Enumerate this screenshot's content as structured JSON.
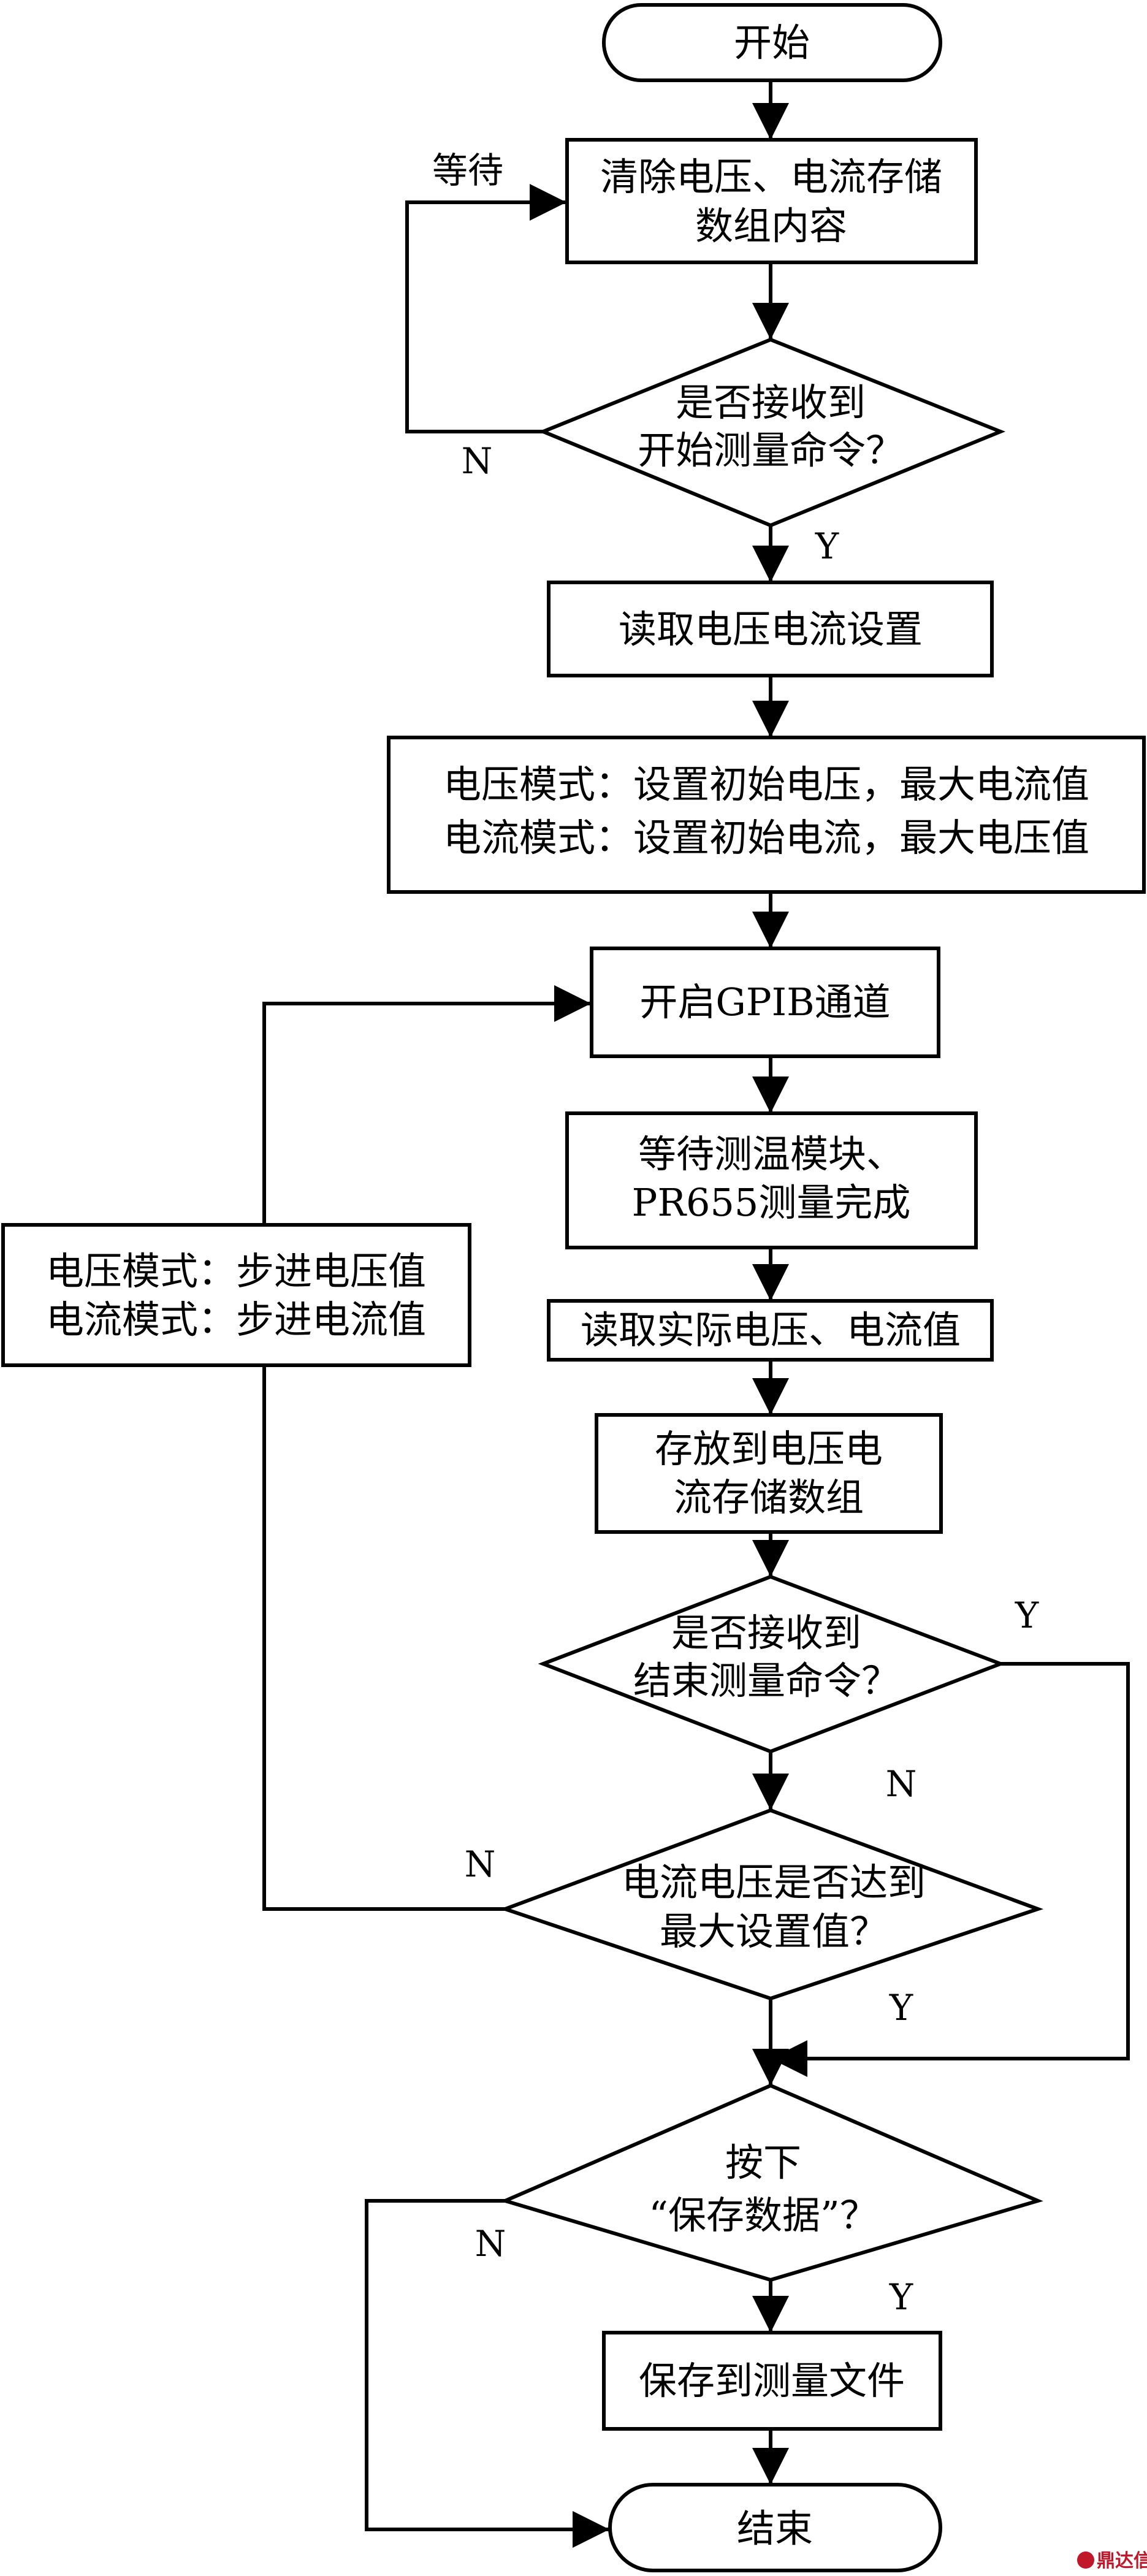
{
  "nodes": {
    "start": "开始",
    "clear": [
      "清除电压、电流存储",
      "数组内容"
    ],
    "check_start": [
      "是否接收到",
      "开始测量命令？"
    ],
    "read_settings": "读取电压电流设置",
    "modes": [
      "电压模式：设置初始电压，最大电流值",
      "电流模式：设置初始电流，最大电压值"
    ],
    "open_gpib": "开启GPIB通道",
    "wait_measure": [
      "等待测温模块、",
      "PR655测量完成"
    ],
    "read_actual": "读取实际电压、电流值",
    "store": [
      "存放到电压电",
      "流存储数组"
    ],
    "check_end": [
      "是否接收到",
      "结束测量命令？"
    ],
    "check_max": [
      "电流电压是否达到",
      "最大设置值？"
    ],
    "step": [
      "电压模式：步进电压值",
      "电流模式：步进电流值"
    ],
    "check_save": [
      "按下",
      "“保存数据”？"
    ],
    "save_file": "保存到测量文件",
    "end": "结束"
  },
  "edge_labels": {
    "wait": "等待",
    "n1": "N",
    "y1": "Y",
    "y_end": "Y",
    "n_end": "N",
    "n_max": "N",
    "y_max": "Y",
    "n_save": "N",
    "y_save": "Y"
  },
  "watermark": "鼎达信"
}
